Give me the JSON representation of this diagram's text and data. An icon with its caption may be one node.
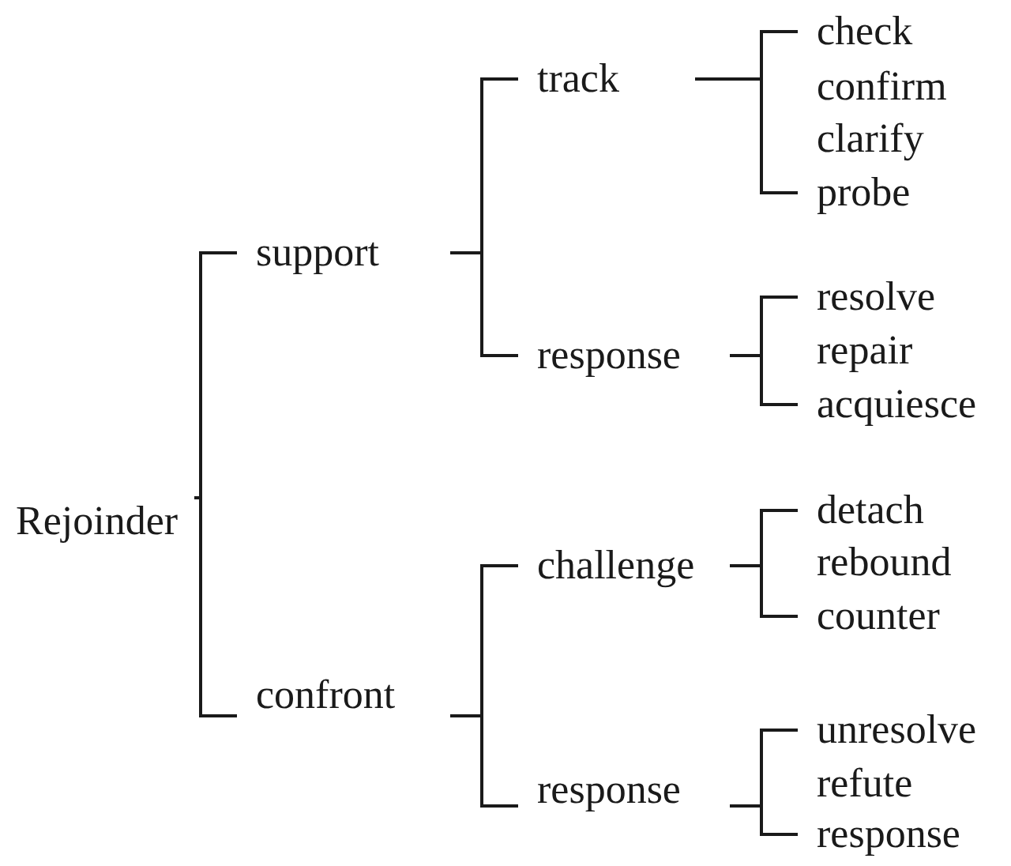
{
  "diagram": {
    "nodes": [
      {
        "text": [
          "Rejoinder"
        ]
      },
      {
        "text": [
          "support"
        ]
      },
      {
        "text": [
          "track"
        ]
      },
      {
        "text": [
          "check"
        ]
      },
      {
        "text": [
          "confirm"
        ]
      },
      {
        "text": [
          "clarify"
        ]
      },
      {
        "text": [
          "probe"
        ]
      },
      {
        "text": [
          "response"
        ]
      },
      {
        "text": [
          "resolve"
        ]
      },
      {
        "text": [
          "repair"
        ]
      },
      {
        "text": [
          "acquiesce"
        ]
      },
      {
        "text": [
          "confront"
        ]
      },
      {
        "text": [
          "challenge"
        ]
      },
      {
        "text": [
          "detach"
        ]
      },
      {
        "text": [
          "rebound"
        ]
      },
      {
        "text": [
          "counter"
        ]
      },
      {
        "text": [
          "response"
        ]
      },
      {
        "text": [
          "unresolve"
        ]
      },
      {
        "text": [
          "refute"
        ]
      },
      {
        "text": [
          "response"
        ]
      }
    ],
    "edges": [
      {
        "from": 0,
        "to": 1,
        "arrow": "none"
      },
      {
        "from": 0,
        "to": 11,
        "arrow": "none"
      },
      {
        "from": 1,
        "to": 2,
        "arrow": "none"
      },
      {
        "from": 1,
        "to": 7,
        "arrow": "none"
      },
      {
        "from": 2,
        "to": 3,
        "arrow": "none"
      },
      {
        "from": 2,
        "to": 6,
        "arrow": "none"
      },
      {
        "from": 7,
        "to": 8,
        "arrow": "none"
      },
      {
        "from": 7,
        "to": 10,
        "arrow": "none"
      },
      {
        "from": 11,
        "to": 12,
        "arrow": "none"
      },
      {
        "from": 11,
        "to": 16,
        "arrow": "none"
      },
      {
        "from": 12,
        "to": 13,
        "arrow": "none"
      },
      {
        "from": 12,
        "to": 15,
        "arrow": "none"
      },
      {
        "from": 16,
        "to": 17,
        "arrow": "none"
      },
      {
        "from": 16,
        "to": 19,
        "arrow": "none"
      }
    ]
  }
}
